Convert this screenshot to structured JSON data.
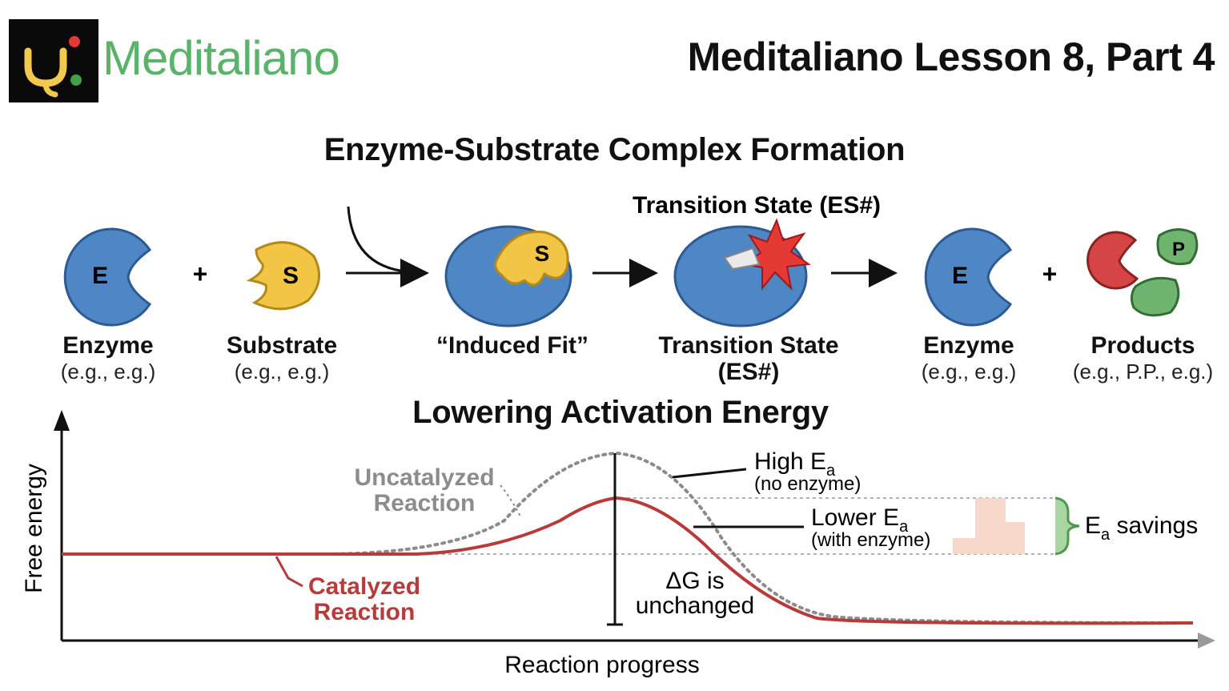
{
  "header": {
    "brand_name": "Meditaliano",
    "lesson_title": "Meditaliano Lesson 8, Part 4"
  },
  "section1": {
    "title": "Enzyme-Substrate Complex Formation",
    "transition_heading": "Transition State (ES#)",
    "plus_1": "+",
    "plus_2": "+",
    "shapes": {
      "enzyme_letter": "E",
      "substrate_letter": "S",
      "product_letter": "P"
    },
    "steps": [
      {
        "label": "Enzyme",
        "sub": "(e.g., e.g.)"
      },
      {
        "label": "Substrate",
        "sub": "(e.g., e.g.)"
      },
      {
        "label": "“Induced Fit”"
      },
      {
        "label": "Transition State",
        "label2": "(ES#)"
      },
      {
        "label": "Enzyme",
        "sub": "(e.g., e.g.)"
      },
      {
        "label": "Products",
        "sub": "(e.g., P.P., e.g.)"
      }
    ]
  },
  "section2": {
    "title": "Lowering Activation Energy",
    "ylabel": "Free energy",
    "xlabel": "Reaction progress",
    "uncatalyzed_1": "Uncatalyzed",
    "uncatalyzed_2": "Reaction",
    "catalyzed_1": "Catalyzed",
    "catalyzed_2": "Reaction",
    "high_ea": "High E",
    "high_ea_sub": "a",
    "high_ea_note": "(no enzyme)",
    "lower_ea": "Lower E",
    "lower_ea_sub": "a",
    "lower_ea_note": "(with enzyme)",
    "savings_e": "E",
    "savings_sub": "a",
    "savings_text": " savings",
    "delta_g_1": "ΔG is",
    "delta_g_2": "unchanged"
  },
  "colors": {
    "enzyme_blue": "#4f86c6",
    "substrate_yellow": "#f3c545",
    "catalyzed_red": "#b93a3a",
    "uncatalyzed_gray": "#8c8c8c",
    "brand_green": "#5bb26a",
    "savings_green": "#6fb56f"
  }
}
